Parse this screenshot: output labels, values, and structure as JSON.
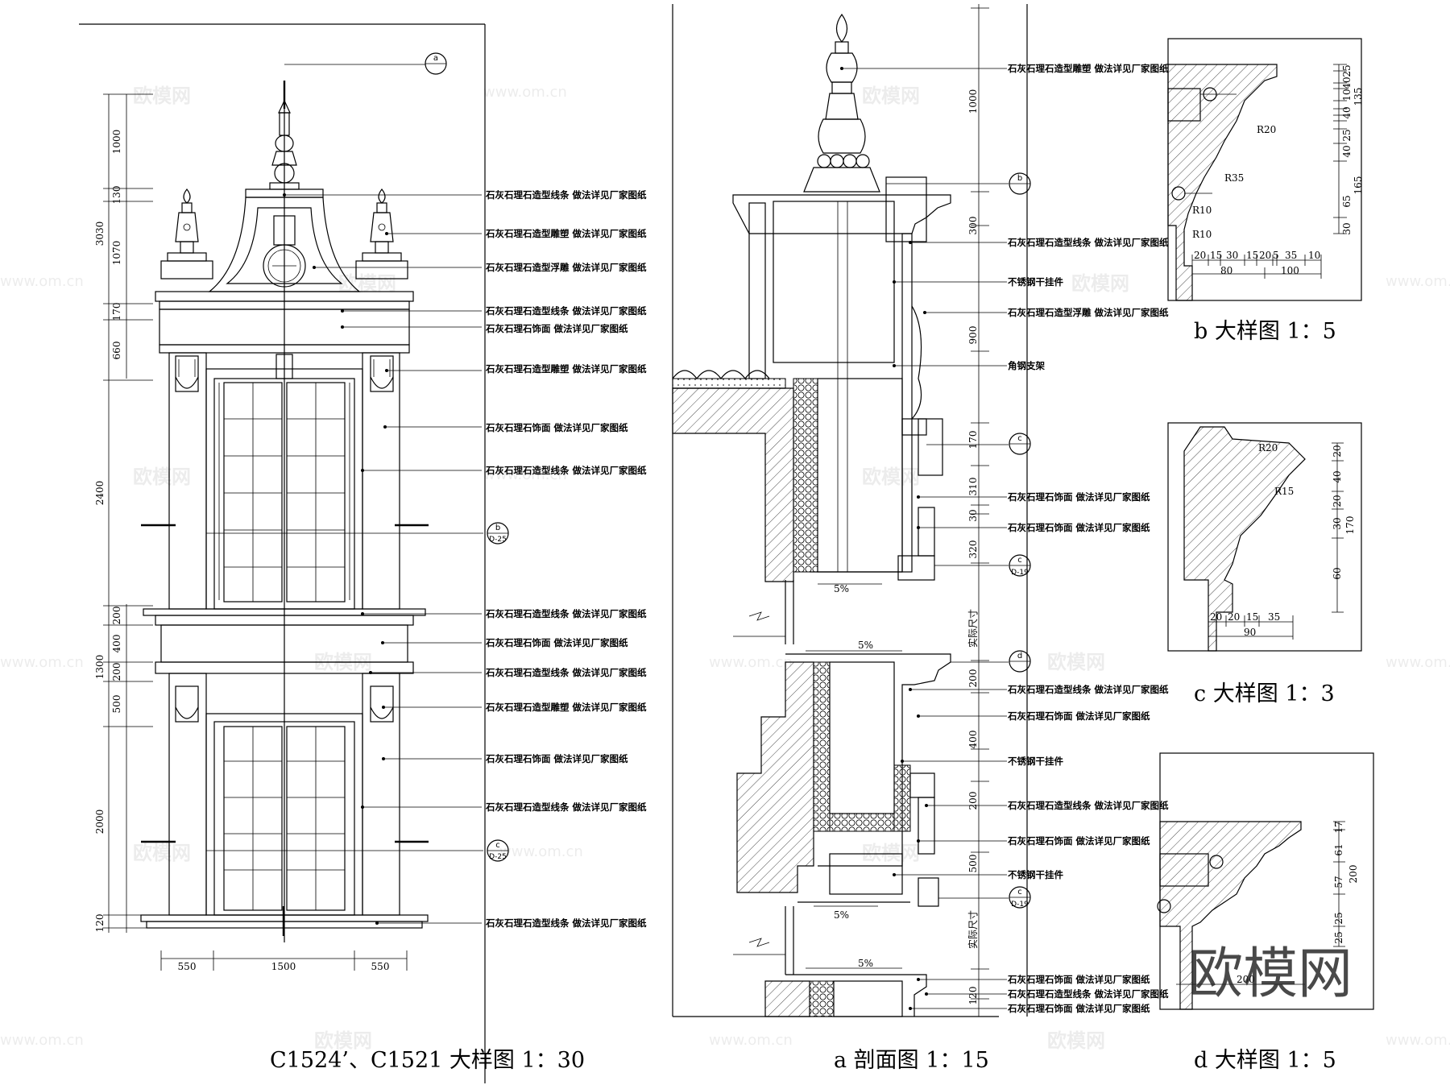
{
  "drawings": {
    "elevation": {
      "title": "C1524’、C1521 大样图  1：30"
    },
    "section": {
      "title": "a 剖面图  1：15"
    },
    "detail_b": {
      "title": "b 大样图  1：5"
    },
    "detail_c": {
      "title": "c 大样图  1：3"
    },
    "detail_d": {
      "title": "d 大样图  1：5"
    }
  },
  "elevation_notes": [
    "石灰石理石造型线条 做法详见厂家图纸",
    "石灰石理石造型雕塑 做法详见厂家图纸",
    "石灰石理石造型浮雕 做法详见厂家图纸",
    "石灰石理石造型线条 做法详见厂家图纸",
    "石灰石理石饰面 做法详见厂家图纸",
    "石灰石理石造型雕塑 做法详见厂家图纸",
    "石灰石理石饰面 做法详见厂家图纸",
    "石灰石理石造型线条 做法详见厂家图纸",
    "石灰石理石造型线条 做法详见厂家图纸",
    "石灰石理石饰面 做法详见厂家图纸",
    "石灰石理石造型线条 做法详见厂家图纸",
    "石灰石理石造型雕塑 做法详见厂家图纸",
    "石灰石理石饰面 做法详见厂家图纸",
    "石灰石理石造型线条 做法详见厂家图纸",
    "石灰石理石造型线条 做法详见厂家图纸"
  ],
  "section_notes": [
    "石灰石理石造型雕塑 做法详见厂家图纸",
    "石灰石理石造型线条 做法详见厂家图纸",
    "不锈钢干挂件",
    "石灰石理石造型浮雕 做法详见厂家图纸",
    "角钢支架",
    "石灰石理石饰面 做法详见厂家图纸",
    "石灰石理石饰面 做法详见厂家图纸",
    "石灰石理石造型线条 做法详见厂家图纸",
    "石灰石理石饰面 做法详见厂家图纸",
    "不锈钢干挂件",
    "石灰石理石造型线条 做法详见厂家图纸",
    "石灰石理石饰面 做法详见厂家图纸",
    "不锈钢干挂件",
    "石灰石理石饰面 做法详见厂家图纸",
    "石灰石理石造型线条 做法详见厂家图纸",
    "石灰石理石饰面 做法详见厂家图纸"
  ],
  "elevation_dims": {
    "total_upper": "3030",
    "upper": [
      "1000",
      "130",
      "1070",
      "170",
      "660"
    ],
    "window_upper": "2400",
    "middle_total": "1300",
    "middle": [
      "200",
      "400",
      "200",
      "500"
    ],
    "lower": "2000",
    "base": "120",
    "widths": [
      "550",
      "1500",
      "550"
    ]
  },
  "section_dims": [
    "1000",
    "300",
    "900",
    "170",
    "310",
    "30",
    "320",
    "实际尺寸",
    "200",
    "400",
    "200",
    "500",
    "实际尺寸",
    "120"
  ],
  "slopes": [
    "5%",
    "5%",
    "5%",
    "5%"
  ],
  "callouts": {
    "a": {
      "letter": "a",
      "ref": ""
    },
    "b_elev": {
      "letter": "b",
      "ref": "D-25"
    },
    "c_elev": {
      "letter": "c",
      "ref": "D-25"
    },
    "b_sec": {
      "letter": "b",
      "ref": ""
    },
    "c_sec1": {
      "letter": "c",
      "ref": ""
    },
    "c_sec2": {
      "letter": "c",
      "ref": "D-19"
    },
    "d_sec": {
      "letter": "d",
      "ref": ""
    },
    "c_sec3": {
      "letter": "c",
      "ref": "D-19"
    }
  },
  "detail_b_dims": {
    "right": [
      "25",
      "40",
      "135",
      "10",
      "40",
      "25",
      "10",
      "25",
      "40",
      "165",
      "65",
      "30"
    ],
    "bottom_small": [
      "20",
      "15",
      "30",
      "15",
      "20",
      "5",
      "35",
      "10"
    ],
    "bottom": [
      "80",
      "100"
    ],
    "radii": [
      "R20",
      "R35",
      "R10",
      "R10"
    ],
    "small": [
      "5",
      "5"
    ]
  },
  "detail_c_dims": {
    "right": [
      "20",
      "40",
      "20",
      "30",
      "60",
      "170"
    ],
    "bottom_small": [
      "20",
      "20",
      "15",
      "35"
    ],
    "bottom": "90",
    "radii": [
      "R20",
      "R15"
    ]
  },
  "detail_d_dims": {
    "right": [
      "17",
      "61",
      "57",
      "200",
      "25",
      "25"
    ],
    "bottom": "200"
  },
  "watermark": {
    "brand": "欧模网",
    "url": "www.om.cn"
  }
}
